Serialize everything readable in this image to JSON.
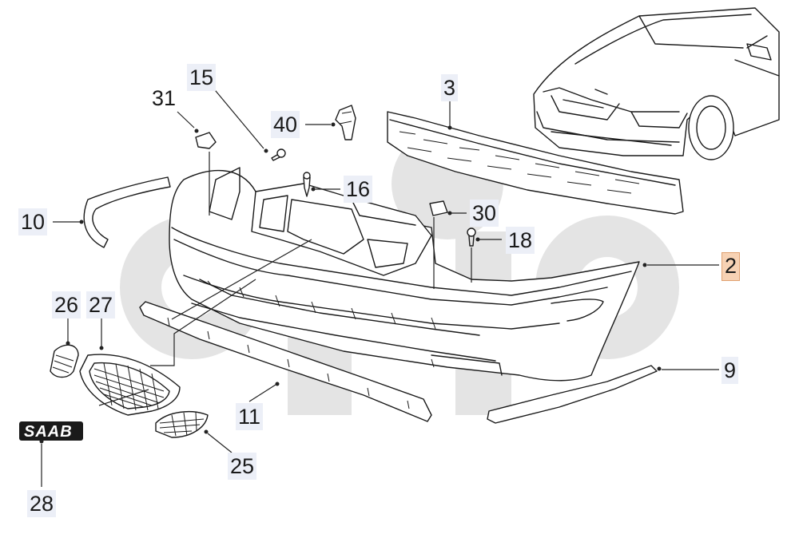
{
  "callouts": [
    {
      "id": "c15",
      "label": "15"
    },
    {
      "id": "c31",
      "label": "31"
    },
    {
      "id": "c40",
      "label": "40"
    },
    {
      "id": "c3",
      "label": "3"
    },
    {
      "id": "c16",
      "label": "16"
    },
    {
      "id": "c30",
      "label": "30"
    },
    {
      "id": "c18",
      "label": "18"
    },
    {
      "id": "c10",
      "label": "10"
    },
    {
      "id": "c2",
      "label": "2"
    },
    {
      "id": "c26",
      "label": "26"
    },
    {
      "id": "c27",
      "label": "27"
    },
    {
      "id": "c9",
      "label": "9"
    },
    {
      "id": "c11",
      "label": "11"
    },
    {
      "id": "c25",
      "label": "25"
    },
    {
      "id": "c28",
      "label": "28"
    }
  ],
  "badge": {
    "text": "SAAB"
  },
  "highlight_color": "#f7d2b4"
}
